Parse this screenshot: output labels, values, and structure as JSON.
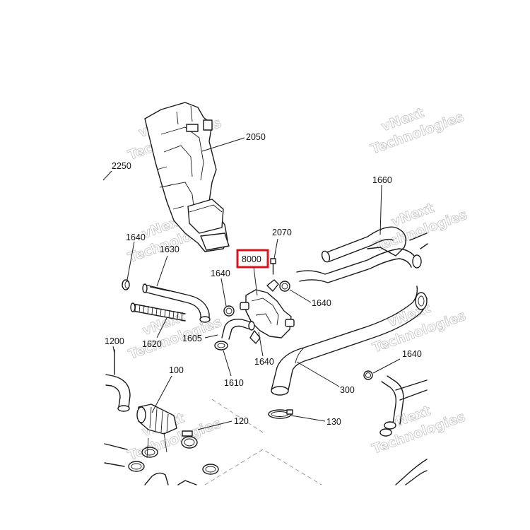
{
  "watermark": {
    "line1": "vNext",
    "line2": "Technologies"
  },
  "highlight_color": "#d9141c",
  "callouts": {
    "c2050": "2050",
    "c2250": "2250",
    "c1660": "1660",
    "c1640a": "1640",
    "c1630": "1630",
    "c2070": "2070",
    "c8000": "8000",
    "c1640b": "1640",
    "c1640c": "1640",
    "c1620": "1620",
    "c1605": "1605",
    "c1640d": "1640",
    "c1200": "1200",
    "c1610": "1610",
    "c100": "100",
    "c300": "300",
    "c1640e": "1640",
    "c120": "120",
    "c130": "130"
  }
}
